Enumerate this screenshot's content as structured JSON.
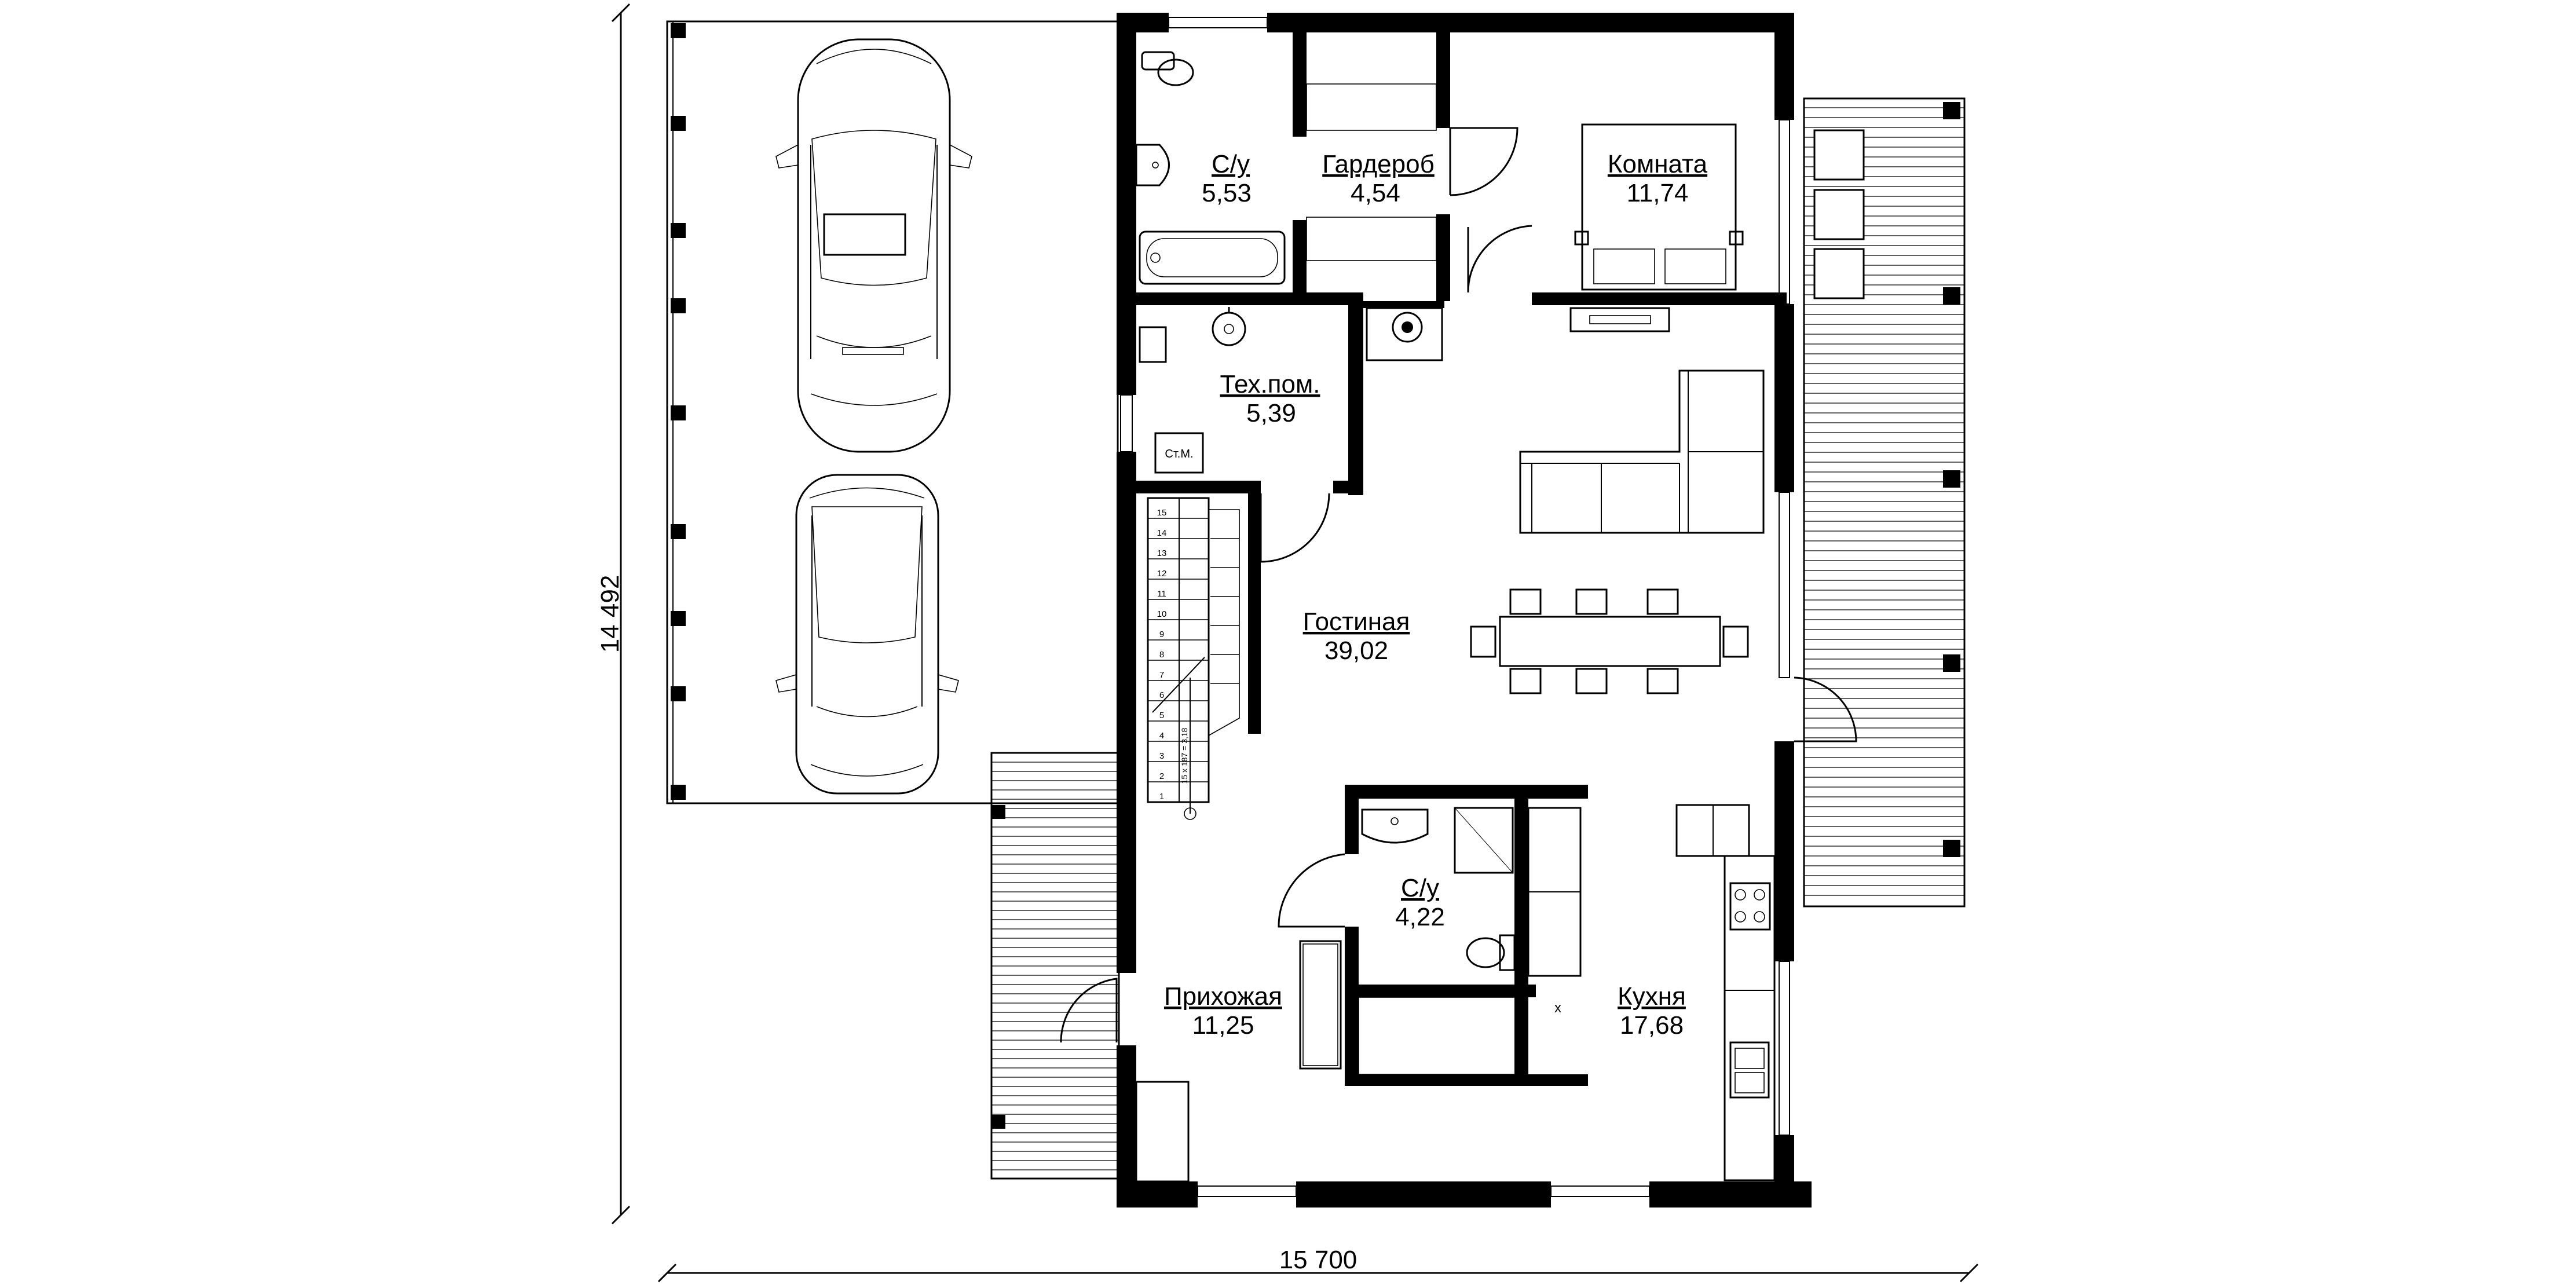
{
  "rooms": {
    "wc_top": {
      "name": "С/у",
      "area": "5,53"
    },
    "wardrobe": {
      "name": "Гардероб",
      "area": "4,54"
    },
    "bedroom": {
      "name": "Комната",
      "area": "11,74"
    },
    "tech": {
      "name": "Тех.пом.",
      "area": "5,39"
    },
    "living": {
      "name": "Гостиная",
      "area": "39,02"
    },
    "wc_mid": {
      "name": "С/у",
      "area": "4,22"
    },
    "hall": {
      "name": "Прихожая",
      "area": "11,25"
    },
    "kitchen": {
      "name": "Кухня",
      "area": "17,68"
    }
  },
  "labels": {
    "wardrobe_unit": "Ст.М.",
    "stair_note": "15 х 187 = 3,18"
  },
  "stairs": {
    "steps": [
      "1",
      "2",
      "3",
      "4",
      "5",
      "6",
      "7",
      "8",
      "9",
      "10",
      "11",
      "12",
      "13",
      "14",
      "15"
    ]
  },
  "dimensions": {
    "height": "14 492",
    "width": "15 700"
  }
}
